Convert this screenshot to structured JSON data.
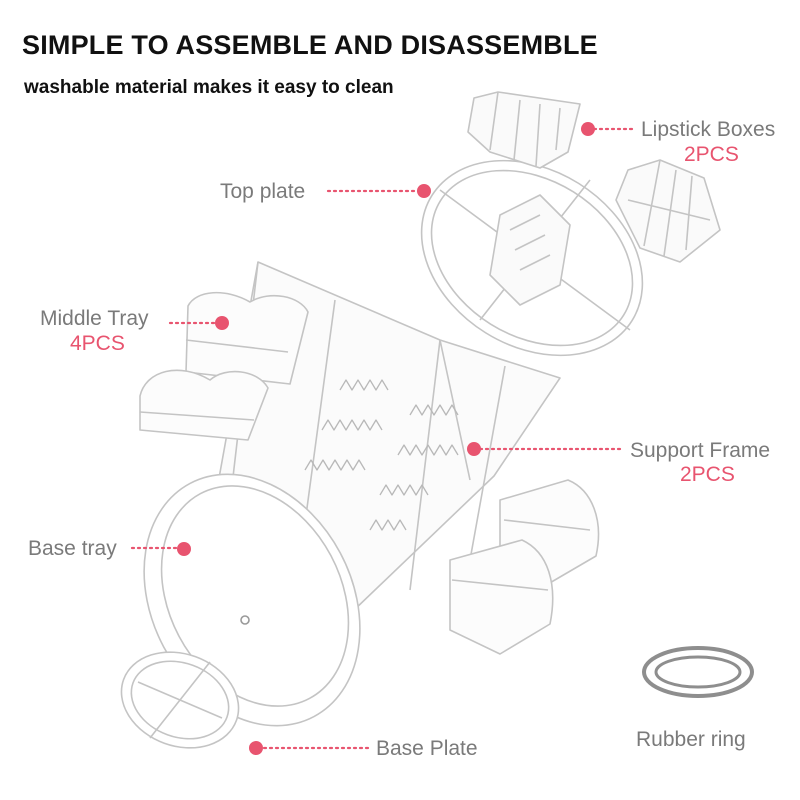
{
  "header": {
    "title": "SIMPLE TO ASSEMBLE AND DISASSEMBLE",
    "subtitle": "washable material makes it easy to clean"
  },
  "colors": {
    "accent": "#e8546f",
    "label": "#7a7a7a",
    "heading": "#111111",
    "outline": "#c4c4c4"
  },
  "parts": {
    "lipstick_boxes": {
      "name": "Lipstick Boxes",
      "count": "2PCS"
    },
    "top_plate": {
      "name": "Top plate"
    },
    "middle_tray": {
      "name": "Middle Tray",
      "count": "4PCS"
    },
    "support_frame": {
      "name": "Support Frame",
      "count": "2PCS"
    },
    "base_tray": {
      "name": "Base tray"
    },
    "base_plate": {
      "name": "Base Plate"
    },
    "rubber_ring": {
      "name": "Rubber ring"
    }
  }
}
